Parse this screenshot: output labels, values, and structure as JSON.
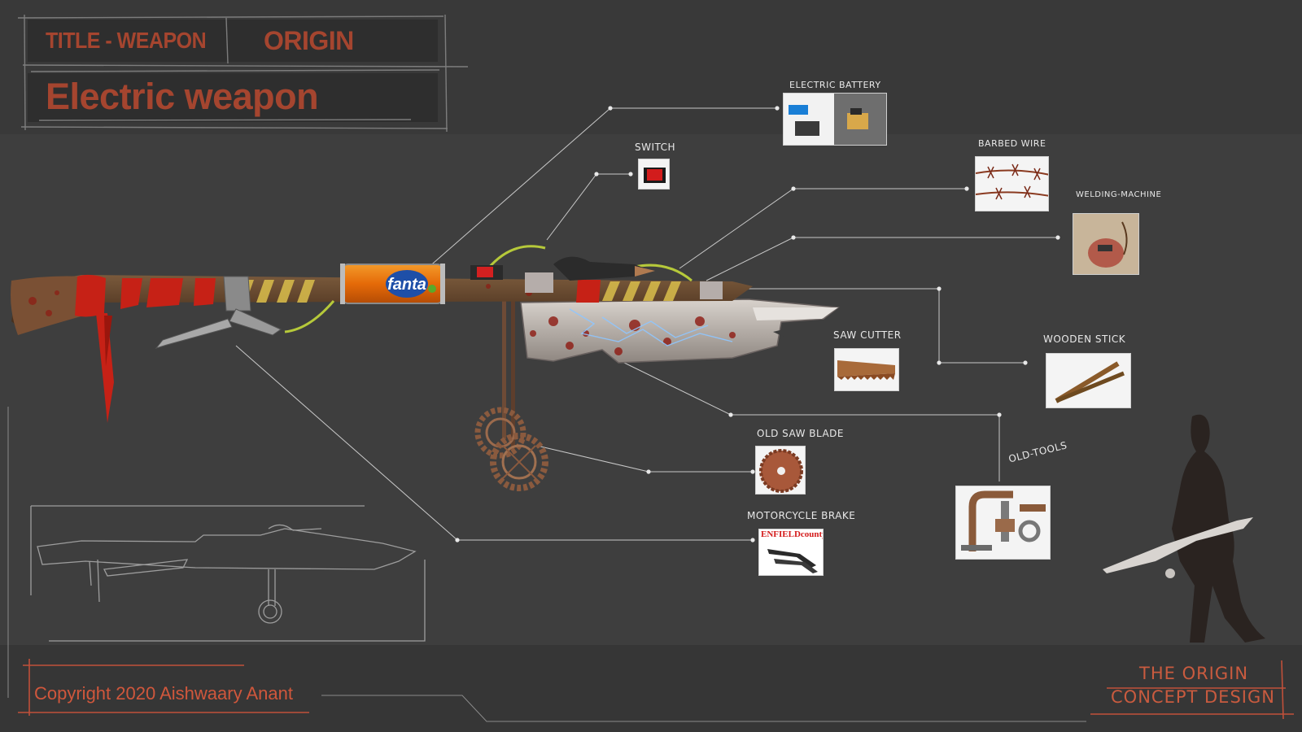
{
  "header": {
    "title_label": "TITLE - WEAPON",
    "origin_label": "ORIGIN",
    "weapon_name": "Electric weapon"
  },
  "parts": {
    "electric_battery": "ELECTRIC BATTERY",
    "switch": "SWITCH",
    "barbed_wire": "BARBED WIRE",
    "welding_machine": "WELDING-MACHINE",
    "saw_cutter": "SAW CUTTER",
    "wooden_stick": "WOODEN STICK",
    "old_saw_blade": "OLD SAW BLADE",
    "old_tools": "OLD-TOOLS",
    "motorcycle_brake": "MOTORCYCLE BRAKE"
  },
  "can_logo": "fanta",
  "brake_brand": "ENFIELDcounty",
  "footer": {
    "copyright": "Copyright 2020 Aishwaary Anant",
    "brand_line_1": "THE ORIGIN",
    "brand_line_2": "CONCEPT DESIGN"
  },
  "colors": {
    "accent": "#a5452f",
    "footer_accent": "#d0573c",
    "background": "#3e3e3e"
  }
}
